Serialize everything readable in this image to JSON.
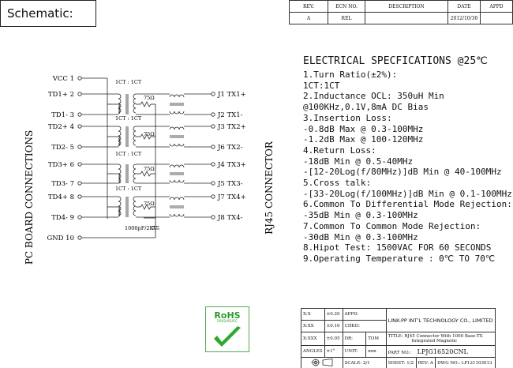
{
  "header": {
    "title": "Schematic:"
  },
  "revision_table": {
    "headers": [
      "REV.",
      "ECN NO.",
      "DESCRIPTION",
      "DATE",
      "APPD"
    ],
    "rows": [
      [
        "A",
        "REL",
        "",
        "2012/10/30",
        ""
      ]
    ]
  },
  "schematic": {
    "left_side_label": "PC BOARD CONNECTIONS",
    "right_side_label": "RJ45 CONNECTOR",
    "left_pins": [
      "VCC  1",
      "TD1+  2",
      "TD1-  3",
      "TD2+  4",
      "TD2-  5",
      "TD3+  6",
      "TD3-  7",
      "TD4+  8",
      "TD4-  9",
      "GND  10"
    ],
    "right_pins": [
      "J1  TX1+",
      "J2  TX1-",
      "J3  TX2+",
      "J6  TX2-",
      "J4  TX3+",
      "J5  TX3-",
      "J7  TX4+",
      "J8  TX4-"
    ],
    "ratio_label": "1CT : 1CT",
    "resistor_label": "75Ω",
    "cap_label": "1000pF/2KV"
  },
  "specs": {
    "title": "ELECTRICAL SPECFICATIONS @25℃",
    "lines": [
      "1.Turn Ratio(±2%):",
      "   1CT:1CT",
      "2.Inductance OCL: 350uH Min",
      "   @100KHz,0.1V,8mA DC Bias",
      "3.Insertion Loss:",
      "   -0.8dB Max @ 0.3-100MHz",
      "   -1.2dB Max @ 100-120MHz",
      "4.Return Loss:",
      "   -18dB Min   @ 0.5-40MHz",
      "   -[12-20Log(f/80MHz)]dB Min  @ 40-100MHz",
      "5.Cross talk:",
      "   -[33-20Log(f/100MHz)]dB Min @ 0.1-100MHz",
      "6.Common To Differential Mode Rejection:",
      "   -35dB Min @ 0.3-100MHz",
      "7.Common To Common Mode Rejection:",
      "   -30dB Min @ 0.3-100MHz",
      "8.Hipot Test: 1500VAC FOR 60 SECONDS",
      "9.Operating Temperature : 0℃ TO 70℃"
    ]
  },
  "rohs": {
    "label": "RoHS",
    "date": "2002/95/EC"
  },
  "title_block": {
    "tol_x": "X:X",
    "tol_x_val": "±0.20",
    "tol_xx": "X:XX",
    "tol_xx_val": "±0.10",
    "tol_xxx": "X:XXX",
    "tol_xxx_val": "±0.05",
    "angles": "ANGLES",
    "angles_val": "±1°",
    "appd": "APPD:",
    "chkd": "CHKD:",
    "dr": "DR:",
    "dr_val": "TOM",
    "unit": "UNIT:",
    "unit_val": "mm",
    "company": "LINK-PP INT'L TECHNOLOGY CO., LIMITED",
    "title_label": "TITLE:",
    "title_line1": "RJ45 Connector With 1000 Base-TX",
    "title_line2": "Integrated Magnetic",
    "part_label": "PART NO.:",
    "part_no": "LPJG16520CNL",
    "scale_label": "SCALE:",
    "scale_val": "2/1",
    "sheet_label": "SHEET:",
    "sheet_val": "1/2",
    "rev_label": "REV:",
    "rev_val": "A",
    "dwg_label": "DWG NO.:",
    "dwg_no": "LP121103013"
  }
}
